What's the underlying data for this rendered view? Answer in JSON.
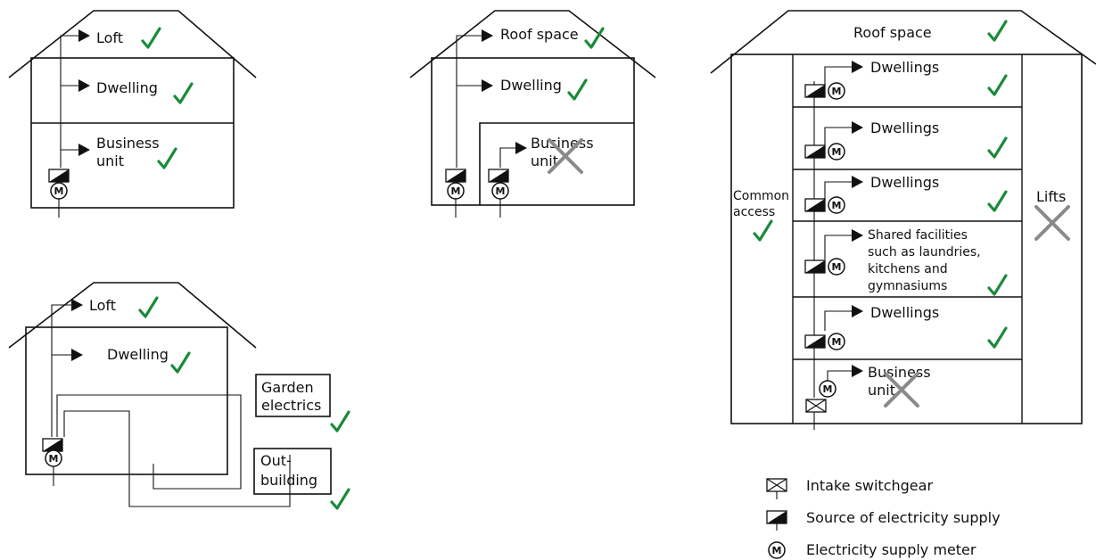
{
  "diagram_a": {
    "loft": "Loft",
    "dwelling": "Dwelling",
    "business_line1": "Business",
    "business_line2": "unit"
  },
  "diagram_b": {
    "roof_space": "Roof space",
    "dwelling": "Dwelling",
    "business_line1": "Business",
    "business_line2": "unit"
  },
  "diagram_c": {
    "loft": "Loft",
    "dwelling": "Dwelling",
    "garden_line1": "Garden",
    "garden_line2": "electrics",
    "outbuilding_line1": "Out-",
    "outbuilding_line2": "building"
  },
  "diagram_d": {
    "roof_space": "Roof space",
    "common_line1": "Common",
    "common_line2": "access",
    "lifts": "Lifts",
    "dwellings": [
      "Dwellings",
      "Dwellings",
      "Dwellings"
    ],
    "shared_lines": [
      "Shared facilities",
      "such as laundries,",
      "kitchens and",
      "gymnasiums"
    ],
    "dwellings_lower": "Dwellings",
    "business_line1": "Business",
    "business_line2": "unit"
  },
  "legend": {
    "intake": "Intake switchgear",
    "source": "Source of electricity supply",
    "meter": "Electricity supply meter"
  },
  "symbols": {
    "meter_letter": "M"
  },
  "colors": {
    "tick": "#1a8a3a",
    "cross": "#8a8a8a",
    "line": "#111111"
  }
}
